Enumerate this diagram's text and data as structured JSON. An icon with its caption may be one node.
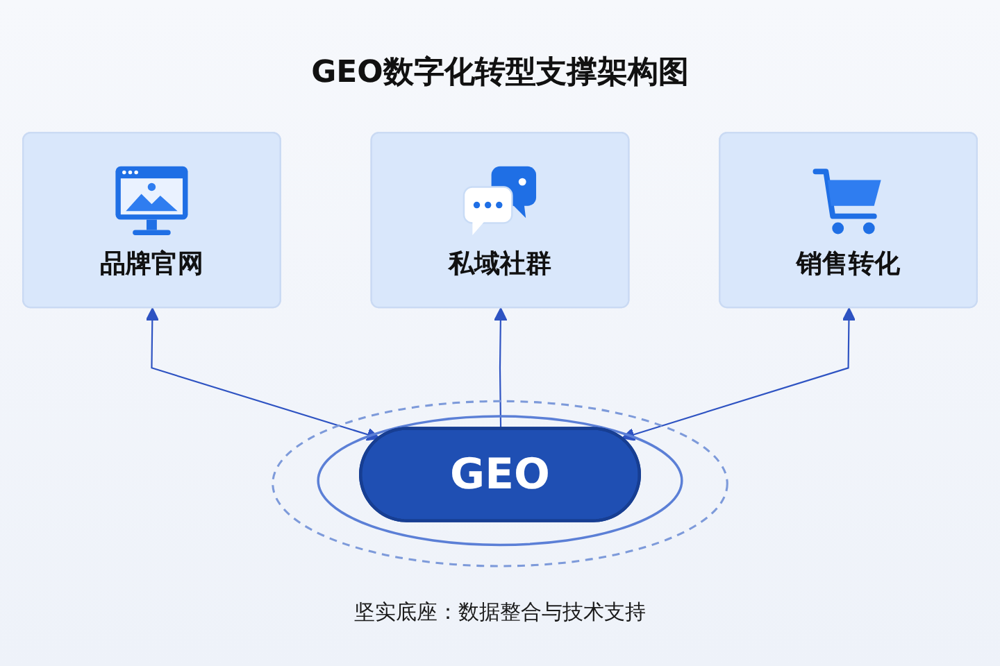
{
  "diagram": {
    "title": "GEO数字化转型支撑架构图",
    "nodes": [
      {
        "text": [
          "品牌官网"
        ]
      },
      {
        "text": [
          "私域社群"
        ]
      },
      {
        "text": [
          "销售转化"
        ]
      },
      {
        "text": [
          "GEO"
        ]
      }
    ],
    "edges": [
      {
        "from": 3,
        "to": 0,
        "arrow": "both"
      },
      {
        "from": 3,
        "to": 1,
        "arrow": "to"
      },
      {
        "from": 3,
        "to": 2,
        "arrow": "both"
      }
    ],
    "caption": "坚实底座：数据整合与技术支持"
  }
}
